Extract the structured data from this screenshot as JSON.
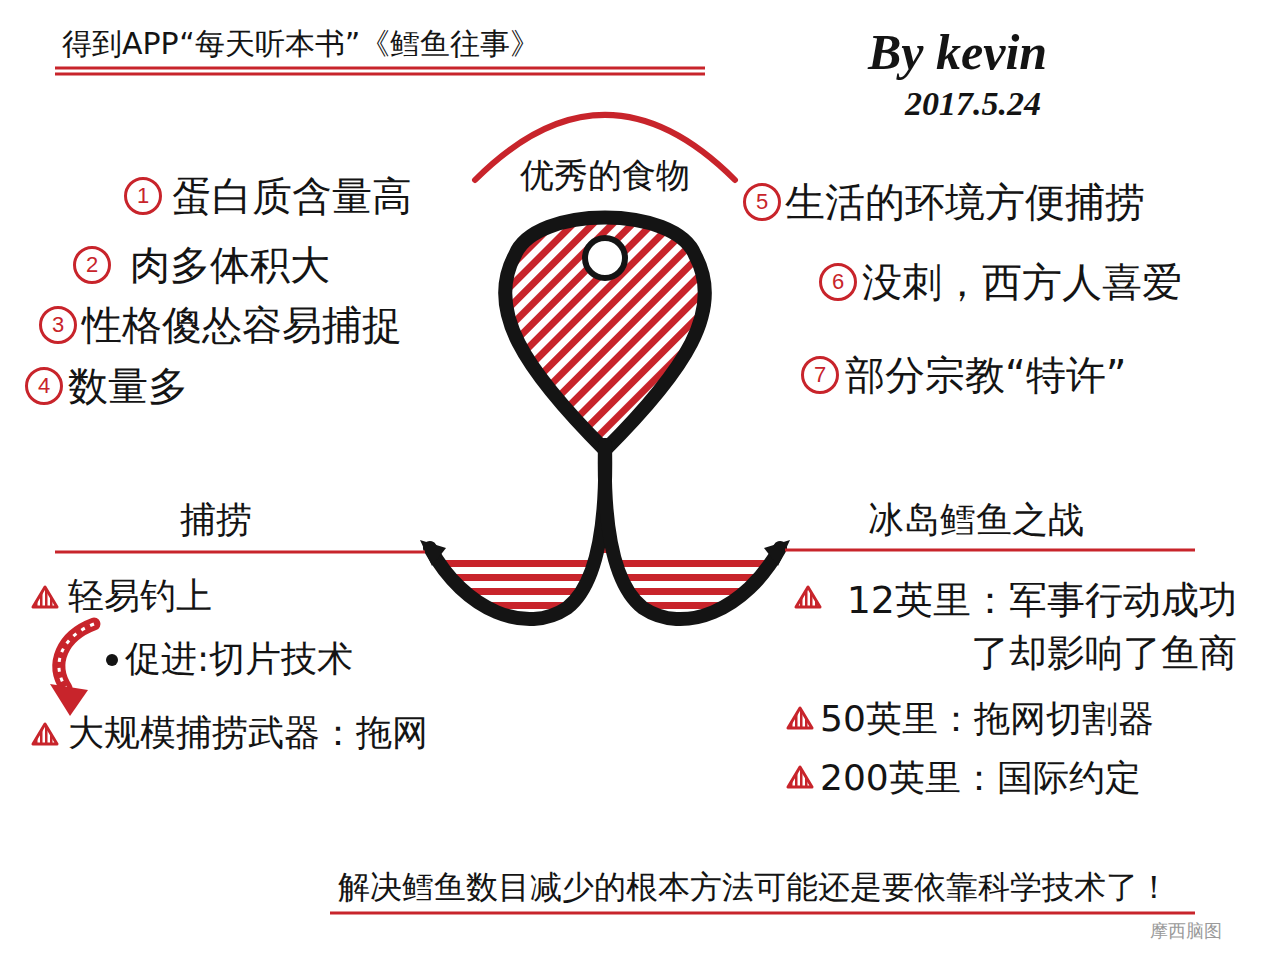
{
  "diagram": {
    "title": "得到APP“每天听本书”《鳕鱼往事》",
    "caption": "解决鳕鱼数目减少的根本方法可能还是要依靠科学技术了！",
    "nodes": [
      {
        "text": [
          "1"
        ]
      },
      {
        "text": [
          "2"
        ]
      },
      {
        "text": [
          "3"
        ]
      },
      {
        "text": [
          "4"
        ]
      },
      {
        "text": [
          "5"
        ]
      },
      {
        "text": [
          "6"
        ]
      },
      {
        "text": [
          "7"
        ]
      }
    ],
    "labels": [
      "By kevin",
      "2017.5.24",
      "优秀的食物",
      "蛋白质含量高",
      "肉多体积大",
      "性格傻怂容易捕捉",
      "数量多",
      "生活的环境方便捕捞",
      "没刺，西方人喜爱",
      "部分宗教“特许”",
      "捕捞",
      "轻易钓上",
      "促进:切片技术",
      "大规模捕捞武器：拖网",
      "冰岛鳕鱼之战",
      "12英里：军事行动成功了却影响了鱼商",
      "50英里：拖网切割器",
      "200英里：国际约定",
      "摩西脑图"
    ]
  }
}
